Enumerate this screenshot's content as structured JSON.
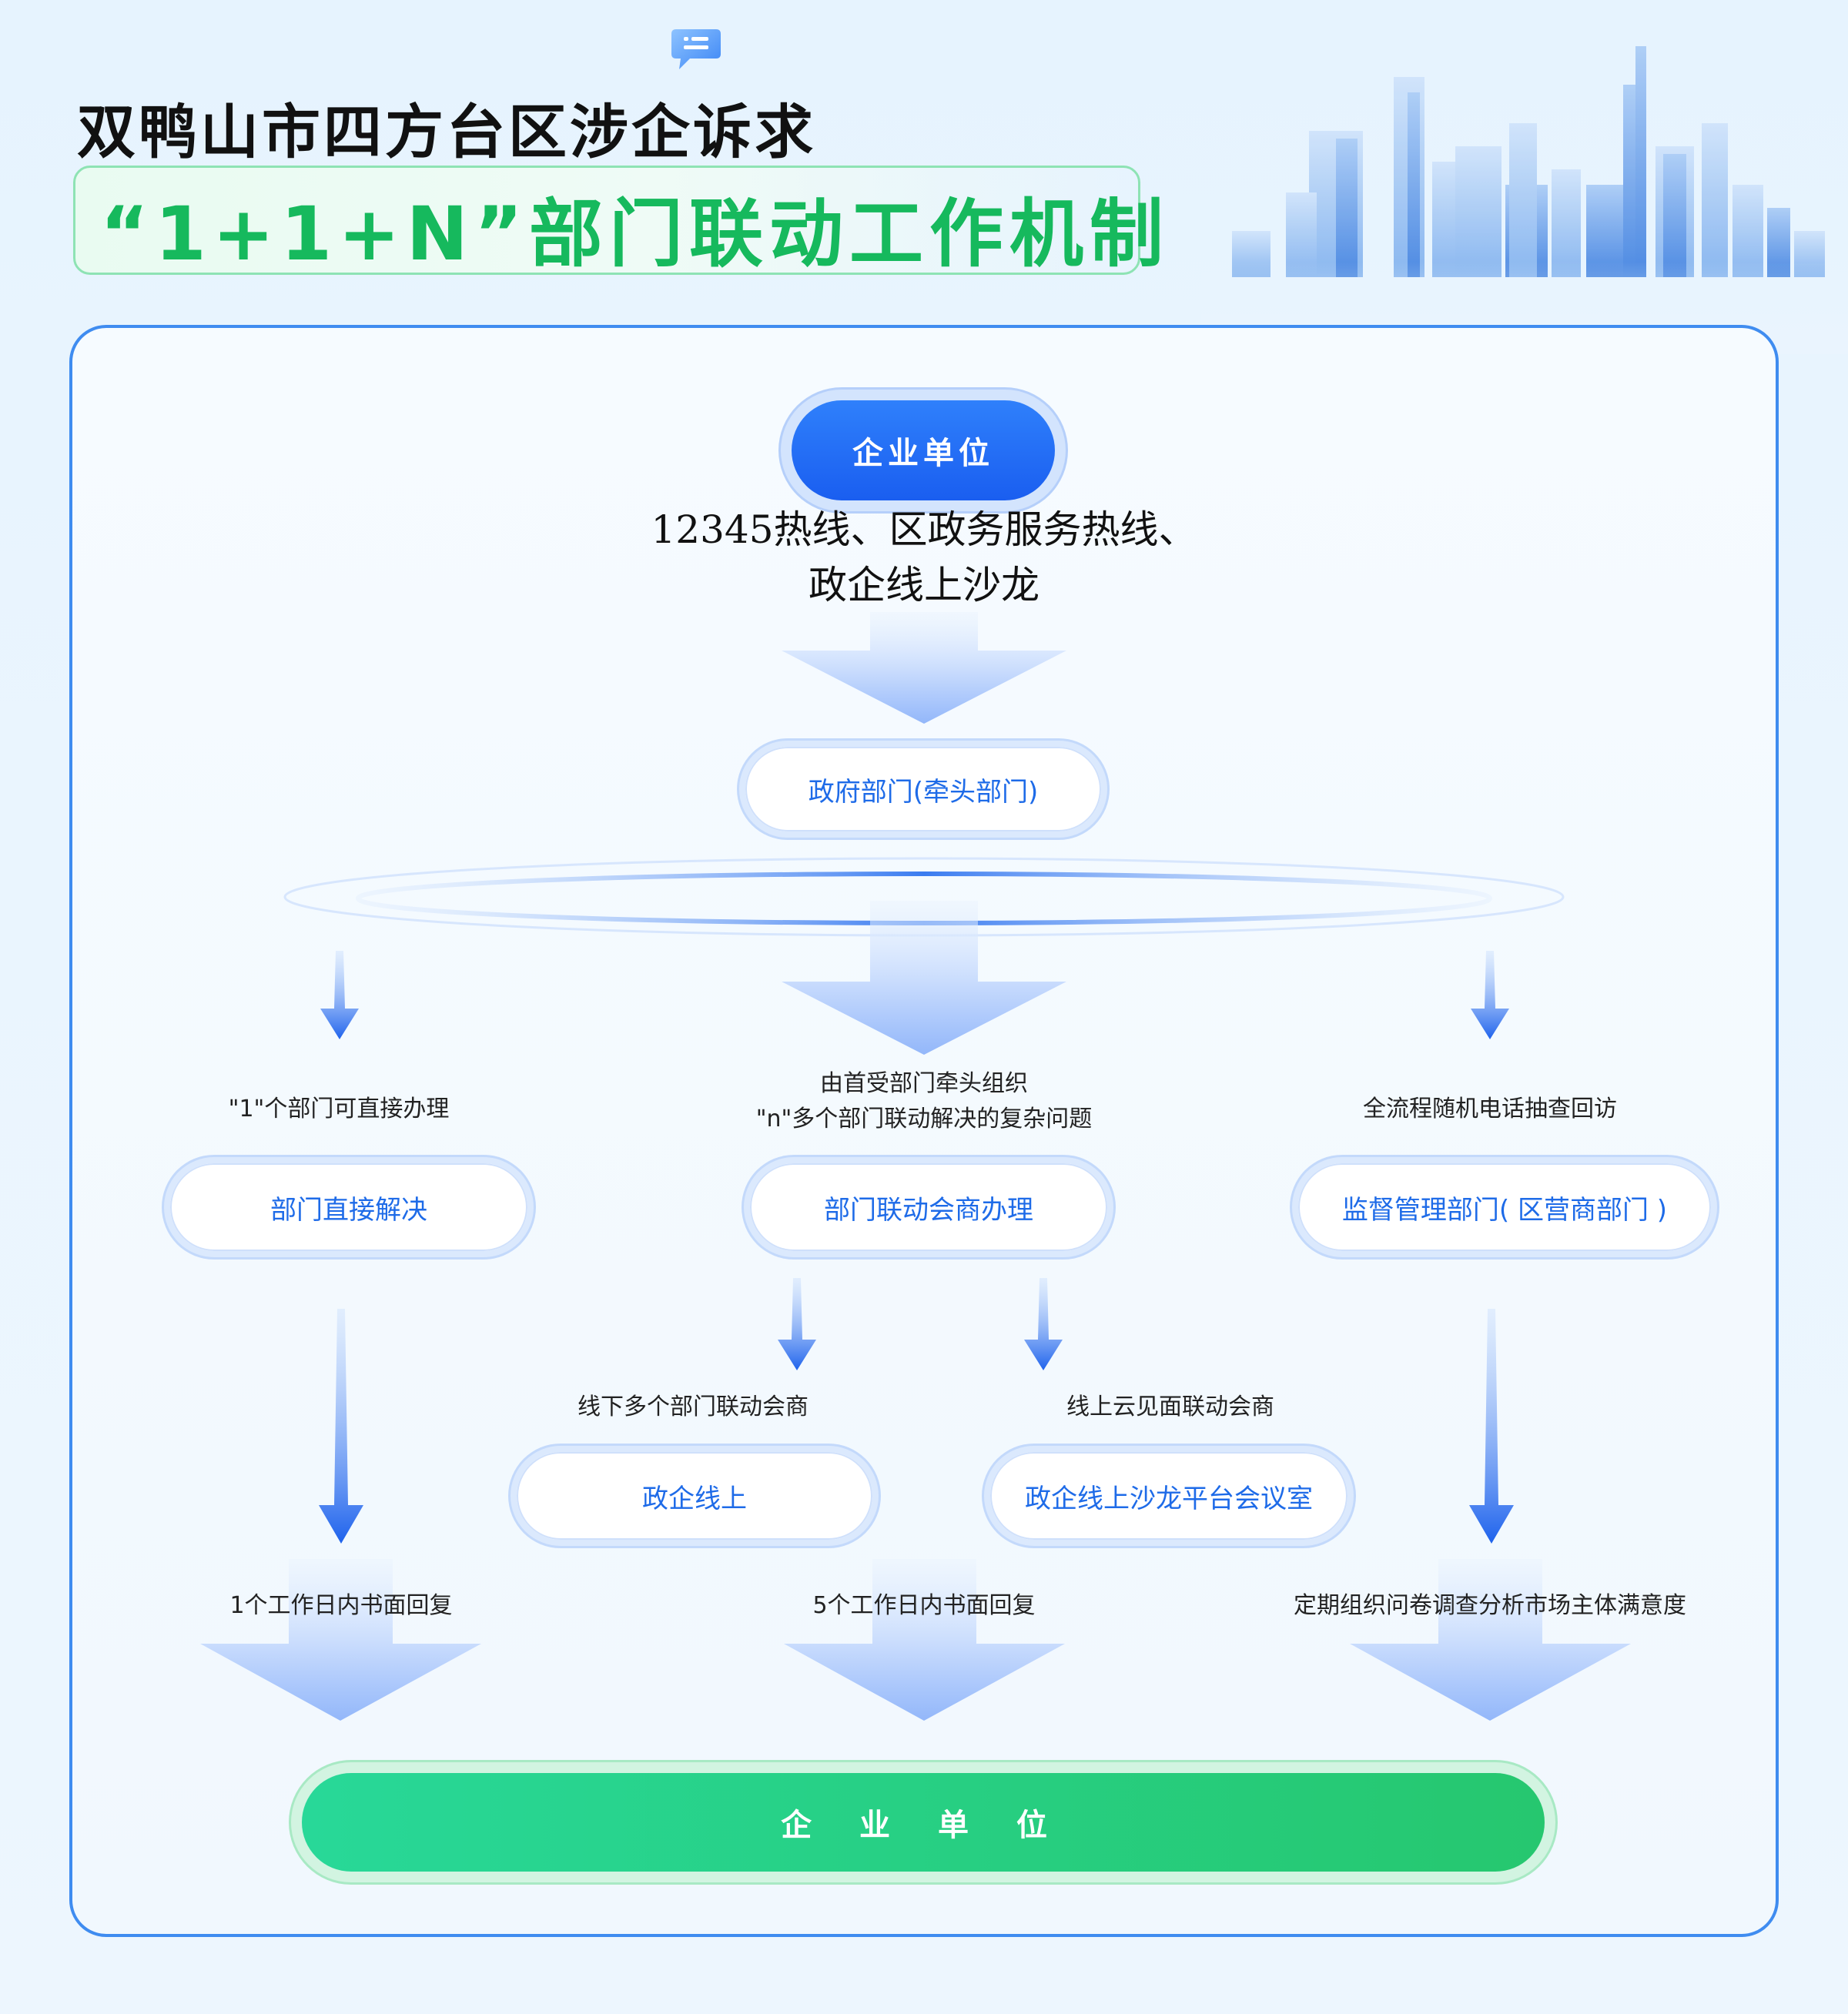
{
  "header": {
    "title_line1": "双鸭山市四方台区涉企诉求",
    "title_line2": "“1+1+N”部门联动工作机制"
  },
  "flow": {
    "start_node": "企业单位",
    "channels": [
      "12345热线、区政务服务热线、",
      "政企线上沙龙"
    ],
    "lead_node": "政府部门(牵头部门)",
    "branches": {
      "left": {
        "label": "\"1\"个部门可直接办理",
        "node": "部门直接解决",
        "reply": "1个工作日内书面回复"
      },
      "middle": {
        "label_lines": [
          "由首受部门牵头组织",
          "\"n\"多个部门联动解决的复杂问题"
        ],
        "node": "部门联动会商办理",
        "reply": "5个工作日内书面回复",
        "sub_left": {
          "label": "线下多个部门联动会商",
          "node": "政企线上"
        },
        "sub_right": {
          "label": "线上云见面联动会商",
          "node": "政企线上沙龙平台会议室"
        }
      },
      "right": {
        "label": "全流程随机电话抽查回访",
        "node": "监督管理部门( 区营商部门 )",
        "reply": "定期组织问卷调查分析市场主体满意度"
      }
    },
    "end_node": "企 业 单 位"
  },
  "colors": {
    "primary_blue": "#1a5ef0",
    "node_text_blue": "#1e6be8",
    "title_green": "#16b95d",
    "end_green": "#26c76f",
    "panel_border": "#3f8cf0"
  },
  "icons": [
    "chat-bubble-icon",
    "city-skyline-illustration",
    "arrow-down-icon",
    "ring-ellipse-decoration"
  ]
}
